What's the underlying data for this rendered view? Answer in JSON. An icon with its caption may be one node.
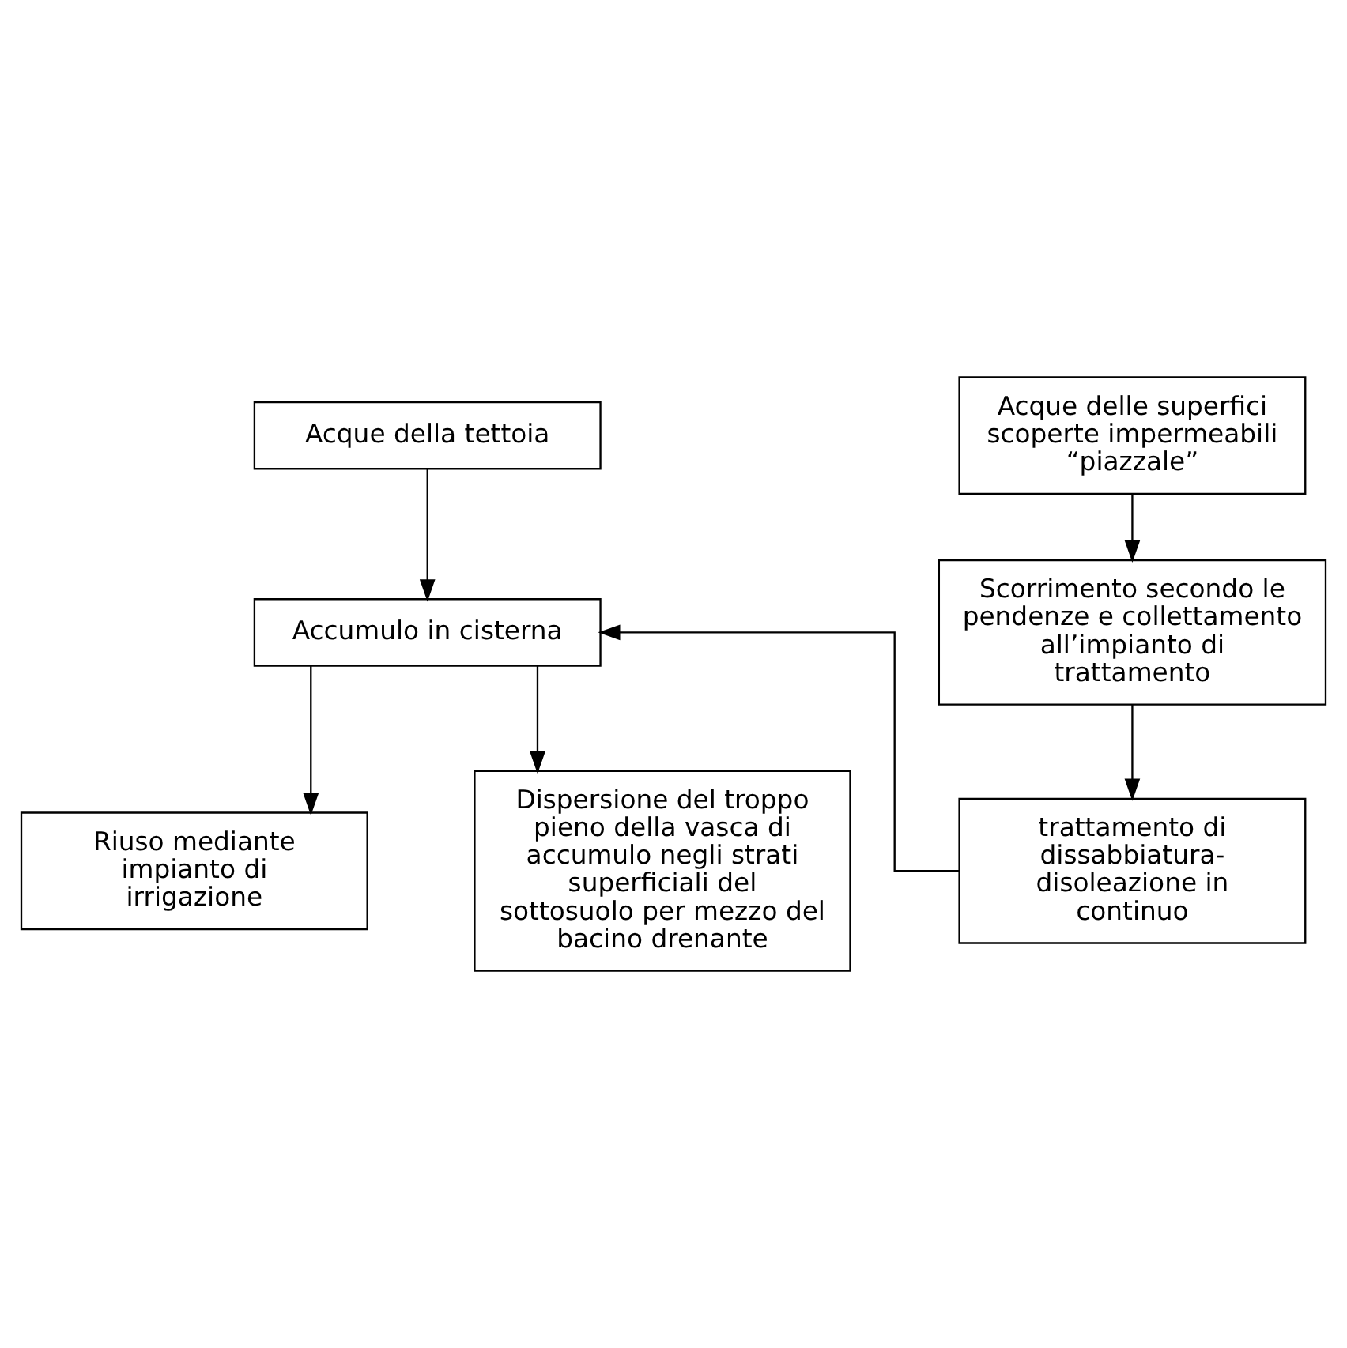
{
  "diagram": {
    "nodes": [
      {
        "text": [
          "Acque della tettoia"
        ]
      },
      {
        "text": [
          "Acque delle superfici scoperte impermeabili “piazzale”"
        ]
      },
      {
        "text": [
          "Accumulo in cisterna"
        ]
      },
      {
        "text": [
          "Scorrimento secondo le pendenze e collettamento all’impianto di trattamento"
        ]
      },
      {
        "text": [
          "Riuso mediante impianto di irrigazione"
        ]
      },
      {
        "text": [
          "trattamento di dissabbiatura-disoleazione in continuo"
        ]
      },
      {
        "text": [
          "Dispersione del troppo pieno della vasca di accumulo negli strati superficiali del sottosuolo per mezzo del bacino drenante"
        ]
      }
    ],
    "edges": [
      {
        "from": 0,
        "to": 2,
        "arrow": "to"
      },
      {
        "from": 1,
        "to": 3,
        "arrow": "to"
      },
      {
        "from": 2,
        "to": 4,
        "arrow": "to"
      },
      {
        "from": 3,
        "to": 5,
        "arrow": "to"
      },
      {
        "from": 5,
        "to": 2,
        "arrow": "to"
      },
      {
        "from": 2,
        "to": 6,
        "arrow": "to"
      }
    ]
  }
}
